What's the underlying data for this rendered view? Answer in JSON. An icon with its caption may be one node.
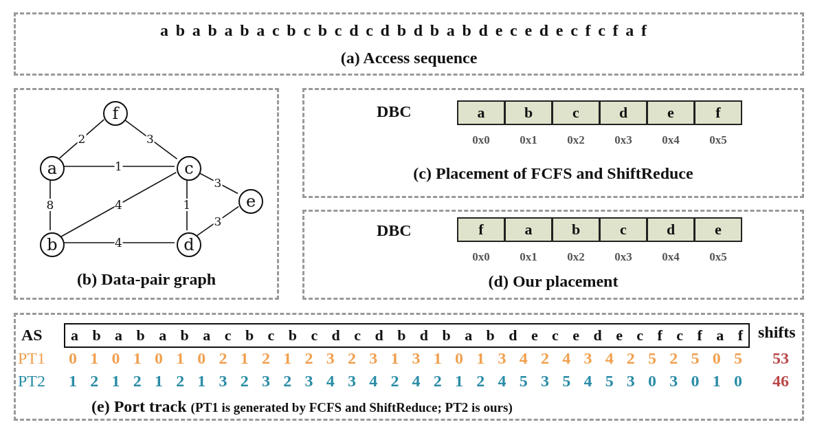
{
  "diagram": {
    "nodes": [
      {
        "text": [
          "a b a b a b a c b c b c d c d b d b a b d e c e d e c f c f a f",
          "(a) Access sequence"
        ]
      },
      {
        "text": [
          "(b) Data-pair graph"
        ]
      },
      {
        "text": [
          "f"
        ],
        "in": 1
      },
      {
        "text": [
          "a"
        ],
        "in": 1
      },
      {
        "text": [
          "c"
        ],
        "in": 1
      },
      {
        "text": [
          "e"
        ],
        "in": 1
      },
      {
        "text": [
          "b"
        ],
        "in": 1
      },
      {
        "text": [
          "d"
        ],
        "in": 1
      },
      {
        "text": [
          "DBC",
          "(c) Placement of FCFS and ShiftReduce"
        ]
      },
      {
        "text": [
          "a"
        ],
        "in": 8,
        "beside": [
          "0x0"
        ]
      },
      {
        "text": [
          "b"
        ],
        "in": 8,
        "beside": [
          "0x1"
        ]
      },
      {
        "text": [
          "c"
        ],
        "in": 8,
        "beside": [
          "0x2"
        ]
      },
      {
        "text": [
          "d"
        ],
        "in": 8,
        "beside": [
          "0x3"
        ]
      },
      {
        "text": [
          "e"
        ],
        "in": 8,
        "beside": [
          "0x4"
        ]
      },
      {
        "text": [
          "f"
        ],
        "in": 8,
        "beside": [
          "0x5"
        ]
      },
      {
        "text": [
          "DBC",
          "(d) Our placement"
        ]
      },
      {
        "text": [
          "f"
        ],
        "in": 15,
        "beside": [
          "0x0"
        ]
      },
      {
        "text": [
          "a"
        ],
        "in": 15,
        "beside": [
          "0x1"
        ]
      },
      {
        "text": [
          "b"
        ],
        "in": 15,
        "beside": [
          "0x2"
        ]
      },
      {
        "text": [
          "c"
        ],
        "in": 15,
        "beside": [
          "0x3"
        ]
      },
      {
        "text": [
          "d"
        ],
        "in": 15,
        "beside": [
          "0x4"
        ]
      },
      {
        "text": [
          "e"
        ],
        "in": 15,
        "beside": [
          "0x5"
        ]
      },
      {
        "text": [
          "(e) Port track",
          "(PT1 is generated by FCFS and ShiftReduce; PT2 is ours)"
        ]
      },
      {
        "text": [
          "a b a b a b a c b c b c d c d b d b a b d e c e d e c f c f a f"
        ],
        "in": 22,
        "beside": [
          "AS"
        ]
      }
    ],
    "edges": [
      {
        "from": 2,
        "to": 3,
        "arrow": "none",
        "label": "2"
      },
      {
        "from": 2,
        "to": 4,
        "arrow": "none",
        "label": "3"
      },
      {
        "from": 3,
        "to": 4,
        "arrow": "none",
        "label": "1"
      },
      {
        "from": 4,
        "to": 5,
        "arrow": "none",
        "label": "3"
      },
      {
        "from": 3,
        "to": 6,
        "arrow": "none",
        "label": "8"
      },
      {
        "from": 4,
        "to": 6,
        "arrow": "none",
        "label": "4"
      },
      {
        "from": 4,
        "to": 7,
        "arrow": "none",
        "label": "1"
      },
      {
        "from": 5,
        "to": 7,
        "arrow": "none",
        "label": "3"
      },
      {
        "from": 6,
        "to": 7,
        "arrow": "none",
        "label": "4"
      }
    ],
    "labels": [
      "shifts",
      "PT1",
      "0 1 0 1 0 1 0 2 1 2 1 2 3 2 3 1 3 1 0 1 3 4 2 4 3 4 2 5 2 5 0 5",
      "53",
      "PT2",
      "1 2 1 2 1 2 1 3 2 3 2 3 4 3 4 2 4 2 1 2 4 5 3 5 4 5 3 0 3 0 1 0",
      "46"
    ]
  }
}
